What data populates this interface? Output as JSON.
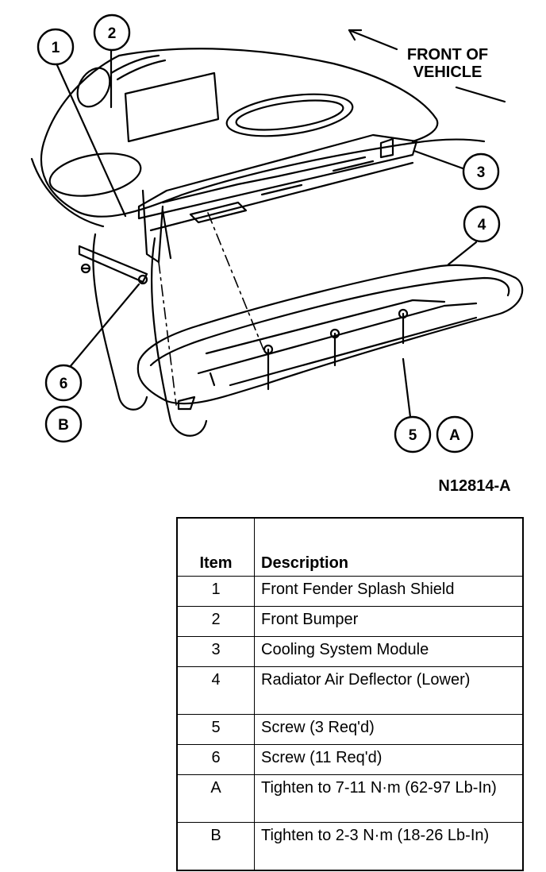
{
  "diagram": {
    "direction_label_line1": "FRONT OF",
    "direction_label_line2": "VEHICLE",
    "figure_id": "N12814-A",
    "callouts": {
      "c1": "1",
      "c2": "2",
      "c3": "3",
      "c4": "4",
      "c5": "5",
      "c6": "6",
      "cA": "A",
      "cB": "B"
    }
  },
  "legend": {
    "header_item": "Item",
    "header_description": "Description",
    "rows": [
      {
        "item": "1",
        "description": "Front Fender Splash Shield"
      },
      {
        "item": "2",
        "description": "Front Bumper"
      },
      {
        "item": "3",
        "description": "Cooling System Module"
      },
      {
        "item": "4",
        "description": "Radiator Air Deflector (Lower)"
      },
      {
        "item": "5",
        "description": "Screw (3 Req'd)"
      },
      {
        "item": "6",
        "description": "Screw (11 Req'd)"
      },
      {
        "item": "A",
        "description": "Tighten to 7-11 N·m (62-97 Lb-In)"
      },
      {
        "item": "B",
        "description": "Tighten to 2-3 N·m (18-26 Lb-In)"
      }
    ]
  }
}
